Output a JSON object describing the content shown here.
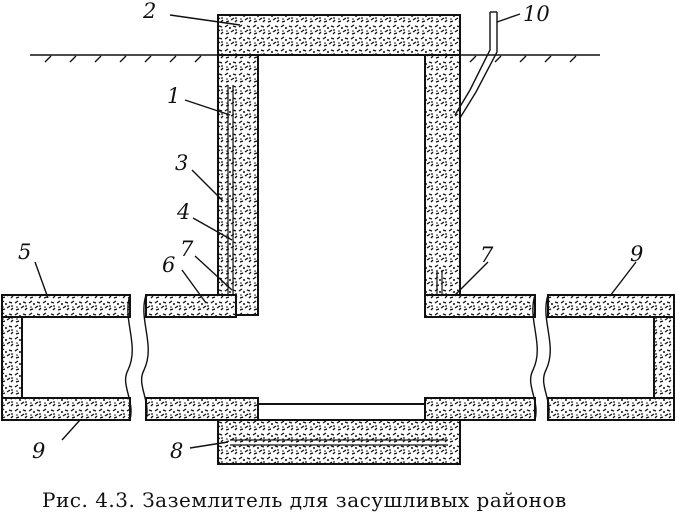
{
  "caption": "Рис. 4.3. Заземлитель для засушливых районов",
  "labels": {
    "l1": "1",
    "l2": "2",
    "l3": "3",
    "l4": "4",
    "l5": "5",
    "l6": "6",
    "l7a": "7",
    "l7b": "7",
    "l8": "8",
    "l9a": "9",
    "l9b": "9",
    "l10": "10"
  }
}
